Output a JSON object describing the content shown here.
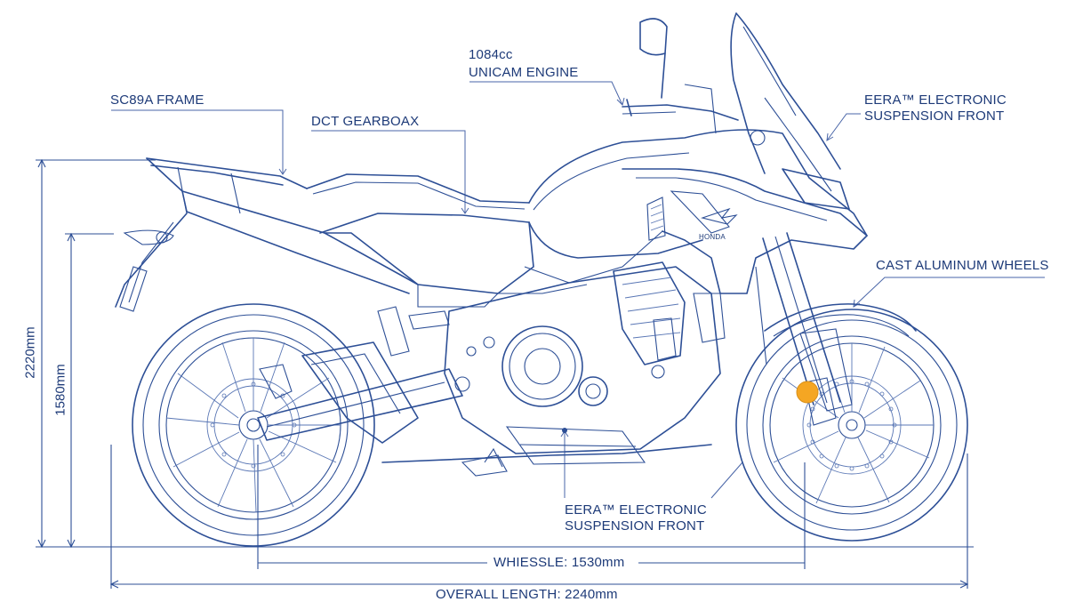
{
  "labels": {
    "engine_line1": "1084cc",
    "engine_line2": "UNICAM ENGINE",
    "frame": "SC89A FRAME",
    "gearbox": "DCT GEARBOAX",
    "susp_front_top_line1": "EERA™ ELECTRONIC",
    "susp_front_top_line2": "SUSPENSION FRONT",
    "wheels": "CAST ALUMINUM WHEELS",
    "susp_bottom_line1": "EERA™ ELECTRONIC",
    "susp_bottom_line2": "SUSPENSION FRONT",
    "tank_brand": "HONDA"
  },
  "dimensions": {
    "overall_height": "2220mm",
    "seat_height": "1580mm",
    "wheelbase": "WHIESSLE: 1530mm",
    "overall_length": "OVERALL LENGTH: 2240mm"
  },
  "colors": {
    "line": "#2d4f96",
    "text": "#1d3a78",
    "accent_dot": "#f5a623",
    "background": "#ffffff"
  }
}
